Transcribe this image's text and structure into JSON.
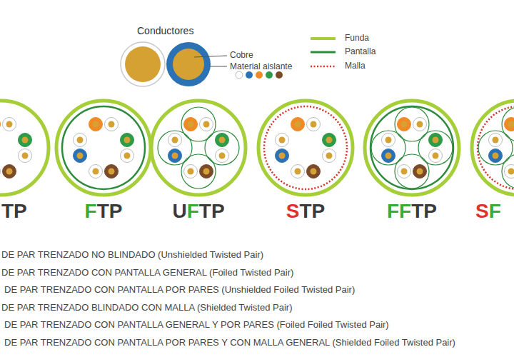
{
  "diagram": {
    "labels": [
      "Conductores",
      "Cobre",
      "Material aislante",
      "TP",
      "FTP",
      "UFTP",
      "STP",
      "FFTP",
      "SF",
      "DE PAR TRENZADO NO BLINDADO (Unshielded Twisted Pair)",
      "DE PAR TRENZADO CON PANTALLA GENERAL (Foiled Twisted Pair)",
      "DE PAR TRENZADO CON PANTALLA POR PARES (Unshielded Foiled Twisted Pair)",
      "DE PAR TRENZADO BLINDADO CON MALLA (Shielded Twisted Pair)",
      "DE PAR TRENZADO CON PANTALLA GENERAL Y POR PARES (Foiled Foiled Twisted Pair)",
      "DE PAR TRENZADO CON PANTALLA POR PARES Y CON MALLA GENERAL (Shielded Foiled Twisted Pair)"
    ],
    "legend": [
      {
        "text": "Funda"
      },
      {
        "text": "Pantalla"
      },
      {
        "text": "Malla"
      }
    ]
  }
}
